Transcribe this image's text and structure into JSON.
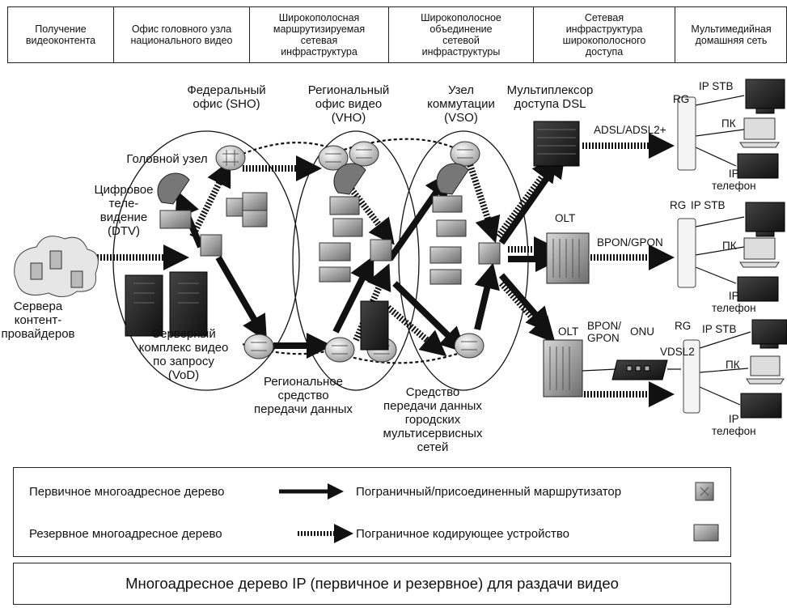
{
  "header": {
    "columns": [
      "Получение\nвидеоконтента",
      "Офис головного узла\nнационального видео",
      "Широкополосная\nмаршрутизируемая\nсетевая\nинфраструктура",
      "Широкополосное\nобъединение\nсетевой\nинфраструктуры",
      "Сетевая\nинфраструктура\nширокополосного\nдоступа",
      "Мультимедийная\nдомашняя сеть"
    ]
  },
  "labels": {
    "sho": "Федеральный\nофис (SHO)",
    "vho": "Региональный\nофис видео\n(VHO)",
    "vso": "Узел\nкоммутации\n(VSO)",
    "dslam": "Мультиплексор\nдоступа DSL",
    "headend": "Головной узел",
    "dtv": "Цифровое\nтеле-\nвидение\n(DTV)",
    "providers": "Сервера\nконтент-\nпровайдеров",
    "vod": "Серверный\nкомплекс видео\nпо запросу\n(VoD)",
    "regional_transport": "Региональное\nсредство\nпередачи данных",
    "metro_transport": "Средство\nпередачи данных\nгородских\nмультисервисных\nсетей",
    "adsl": "ADSL/ADSL2+",
    "olt1": "OLT",
    "bpon_gpon_1": "BPON/GPON",
    "olt2": "OLT",
    "bpon_gpon_2": "BPON/\nGPON",
    "onu": "ONU",
    "vdsl2": "VDSL2",
    "rg1": "RG",
    "rg2": "RG",
    "rg3": "RG",
    "ipstb1": "IP STB",
    "ipstb2": "IP STB",
    "ipstb3": "IP STB",
    "pc1": "ПК",
    "pc2": "ПК",
    "pc3": "ПК",
    "phone1": "IP\nтелефон",
    "phone2": "IP\nтелефон",
    "phone3": "IP\nтелефон"
  },
  "legend": {
    "primary_tree": "Первичное многоадресное дерево",
    "backup_tree": "Резервное многоадресное дерево",
    "edge_router": "Пограничный/присоединенный маршрутизатор",
    "edge_encoder": "Пограничное кодирующее устройство"
  },
  "caption": "Многоадресное дерево IP (первичное и резервное) для раздачи видео"
}
